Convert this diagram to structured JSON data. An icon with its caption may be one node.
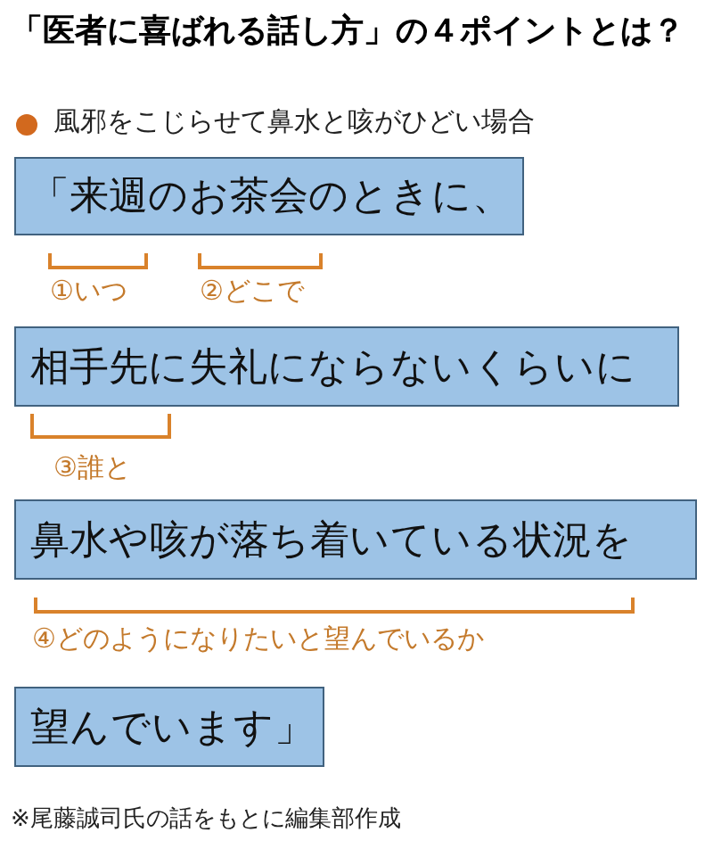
{
  "diagram": {
    "title": "「医者に喜ばれる話し方」の４ポイントとは？",
    "nodes": [
      {
        "text": [
          "「来週のお茶会のときに、"
        ]
      },
      {
        "text": [
          "相手先に失礼にならないくらいに"
        ]
      },
      {
        "text": [
          "鼻水や咳が落ち着いている状況を"
        ]
      },
      {
        "text": [
          "望んでいます」"
        ]
      }
    ],
    "labels": [
      "風邪をこじらせて鼻水と咳がひどい場合",
      "①いつ",
      "②どこで",
      "③誰と",
      "④どのようになりたいと望んでいるか"
    ],
    "caption": "※尾藤誠司氏の話をもとに編集部作成"
  }
}
